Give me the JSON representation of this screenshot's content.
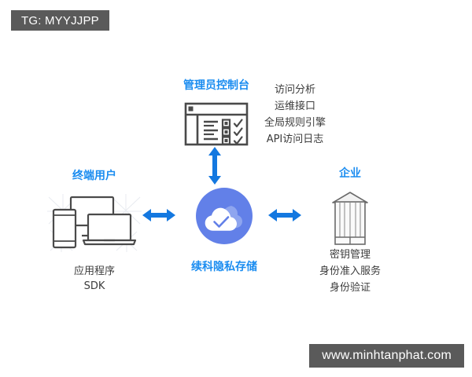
{
  "watermarks": {
    "top_label": "TG: MYYJJPP",
    "bottom_label": "www.minhtanphat.com"
  },
  "colors": {
    "heading_blue": "#1a8cf0",
    "arrow_blue": "#1478e0",
    "cloud_circle": "#6280e8",
    "icon_gray": "#4a4a4a",
    "watermark_bg": "#5a5a5a",
    "caption_gray": "#3c3c3c"
  },
  "diagram": {
    "nodes": {
      "console": {
        "title": "管理员控制台",
        "icon": "admin-console-window-icon"
      },
      "end_user": {
        "title": "终端用户",
        "icon": "devices-phone-monitor-laptop-icon",
        "captions": [
          "应用程序",
          "SDK"
        ]
      },
      "cloud": {
        "title": "续科隐私存储",
        "icon": "cloud-check-circle-icon"
      },
      "enterprise": {
        "title": "企业",
        "icon": "office-building-icon",
        "captions": [
          "密钥管理",
          "身份准入服务",
          "身份验证"
        ]
      }
    },
    "feature_lists": {
      "console_features": [
        "访问分析",
        "运维接口",
        "全局规则引擎",
        "API访问日志"
      ]
    },
    "arrows": [
      {
        "name": "console-to-cloud",
        "direction": "vertical-bidirectional"
      },
      {
        "name": "enduser-to-cloud",
        "direction": "horizontal-bidirectional"
      },
      {
        "name": "cloud-to-enterprise",
        "direction": "horizontal-bidirectional"
      }
    ]
  }
}
